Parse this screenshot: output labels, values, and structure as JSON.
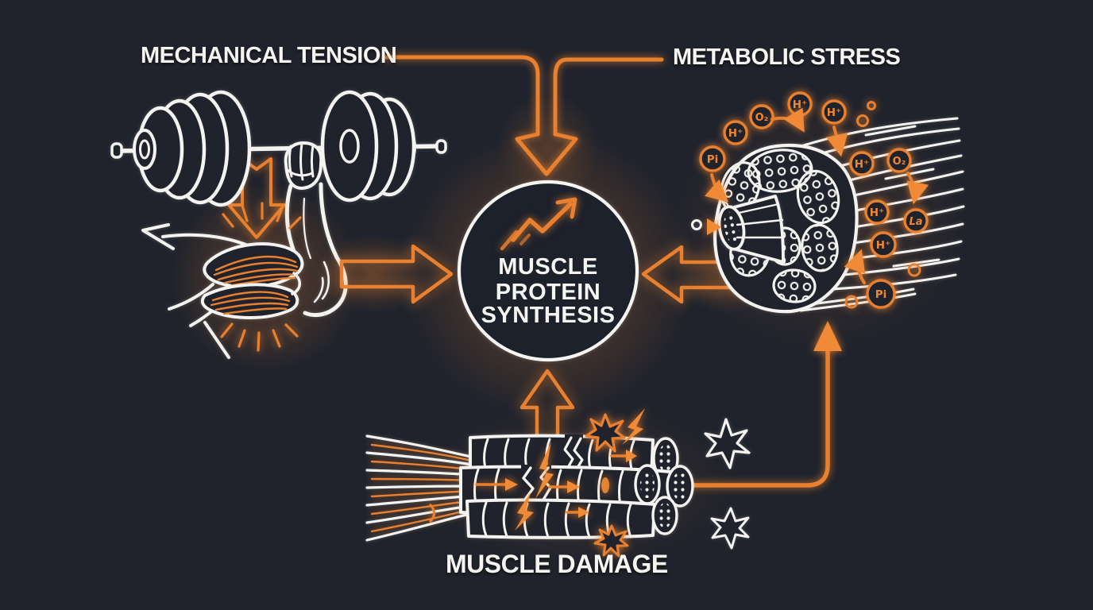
{
  "palette": {
    "background": "#20232c",
    "orange": "#e8802f",
    "orange_bright": "#f08a36",
    "line_white": "#f4f3ef",
    "text_white": "#f5f4f0"
  },
  "labels": {
    "mechanical_tension": "MECHANICAL TENSION",
    "metabolic_stress": "METABOLIC STRESS",
    "muscle_damage": "MUSCLE DAMAGE"
  },
  "center": {
    "line1": "MUSCLE",
    "line2": "PROTEIN",
    "line3": "SYNTHESIS",
    "icon": "trending-up-arrow-icon"
  },
  "metabolites": {
    "items": [
      {
        "label": "Pi"
      },
      {
        "label": "H⁺"
      },
      {
        "label": "O₂"
      },
      {
        "label": "H⁺"
      },
      {
        "label": "H⁺"
      },
      {
        "label": "H⁺"
      },
      {
        "label": "O₂"
      },
      {
        "label": "H⁺"
      },
      {
        "label": "La"
      },
      {
        "label": "H⁺"
      },
      {
        "label": "Pi"
      }
    ]
  },
  "icons": {
    "center": "trending-up-arrow-icon",
    "damage_bolt": "lightning-bolt-icon",
    "damage_burst": "impact-starburst-icon",
    "load": "down-arrow-icon"
  }
}
